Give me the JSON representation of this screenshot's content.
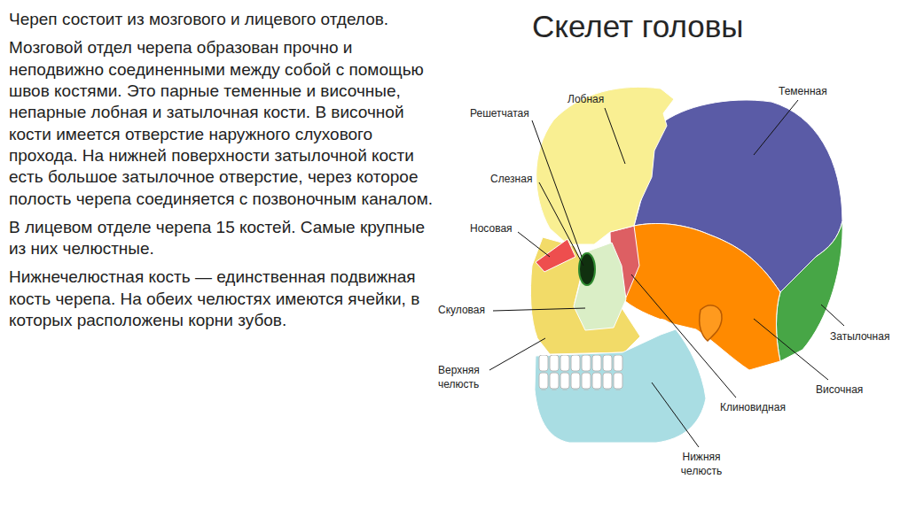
{
  "diagram": {
    "title": "Скелет головы",
    "labels": [
      "Череп состоит из мозгового и лицевого отделов.",
      "Мозговой отдел черепа образован прочно и неподвижно соединенными между собой с помощью швов костями. Это парные теменные и височные, непарные лобная и затылочная кости. В височной кости имеется отверстие наружного слухового прохода. На нижней поверхности затылочной кости есть большое затылочное отверстие, через которое полость черепа соединяется с позвоночным каналом.",
      "В лицевом отделе черепа 15 костей. Самые крупные из них челюстные.",
      "Нижнечелюстная кость — единственная подвижная кость черепа. На обеих челюстях имеются ячейки, в которых расположены корни зубов.",
      "Решетчатая",
      "Лобная",
      "Теменная",
      "Слезная",
      "Носовая",
      "Скуловая",
      "Верхняя челюсть",
      "Затылочная",
      "Височная",
      "Клиновидная",
      "Нижняя челюсть"
    ]
  }
}
